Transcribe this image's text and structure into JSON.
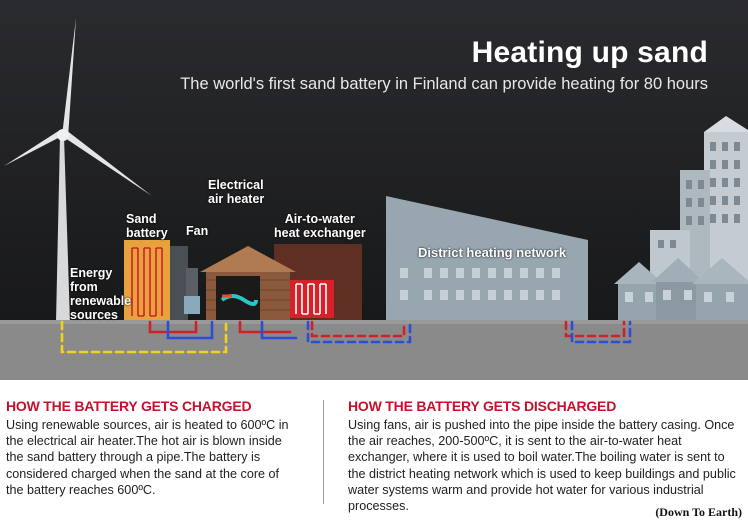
{
  "title": "Heating up sand",
  "subtitle": "The world's first sand battery in Finland can provide heating for 80 hours",
  "labels": {
    "energy": "Energy\nfrom\nrenewable\nsources",
    "sand_battery": "Sand\nbattery",
    "fan": "Fan",
    "air_heater": "Electrical\nair heater",
    "heat_exchanger": "Air-to-water\nheat exchanger",
    "district": "District heating network"
  },
  "charged": {
    "heading": "HOW THE BATTERY GETS CHARGED",
    "text": "Using renewable sources, air is heated to 600ºC in the electrical air heater.The hot air is blown inside the sand battery through a pipe.The battery is considered charged when the sand at the core of the battery reaches 600ºC."
  },
  "discharged": {
    "heading": "HOW THE BATTERY GETS DISCHARGED",
    "text": "Using fans, air is pushed into the pipe inside the battery casing. Once the air reaches, 200-500ºC, it is sent to the air-to-water heat exchanger, where it is used to boil water.The boiling water is sent to the district heating network which is used to keep buildings and public water systems warm and provide hot water for various industrial processes."
  },
  "credit": "(Down To Earth)",
  "colors": {
    "sky": "#1c1d1f",
    "ground": "#8a8a8a",
    "heading_red": "#c8102e",
    "pipe_red": "#d0202a",
    "pipe_blue": "#2a4fd6",
    "cable_yellow": "#f2d21b"
  }
}
